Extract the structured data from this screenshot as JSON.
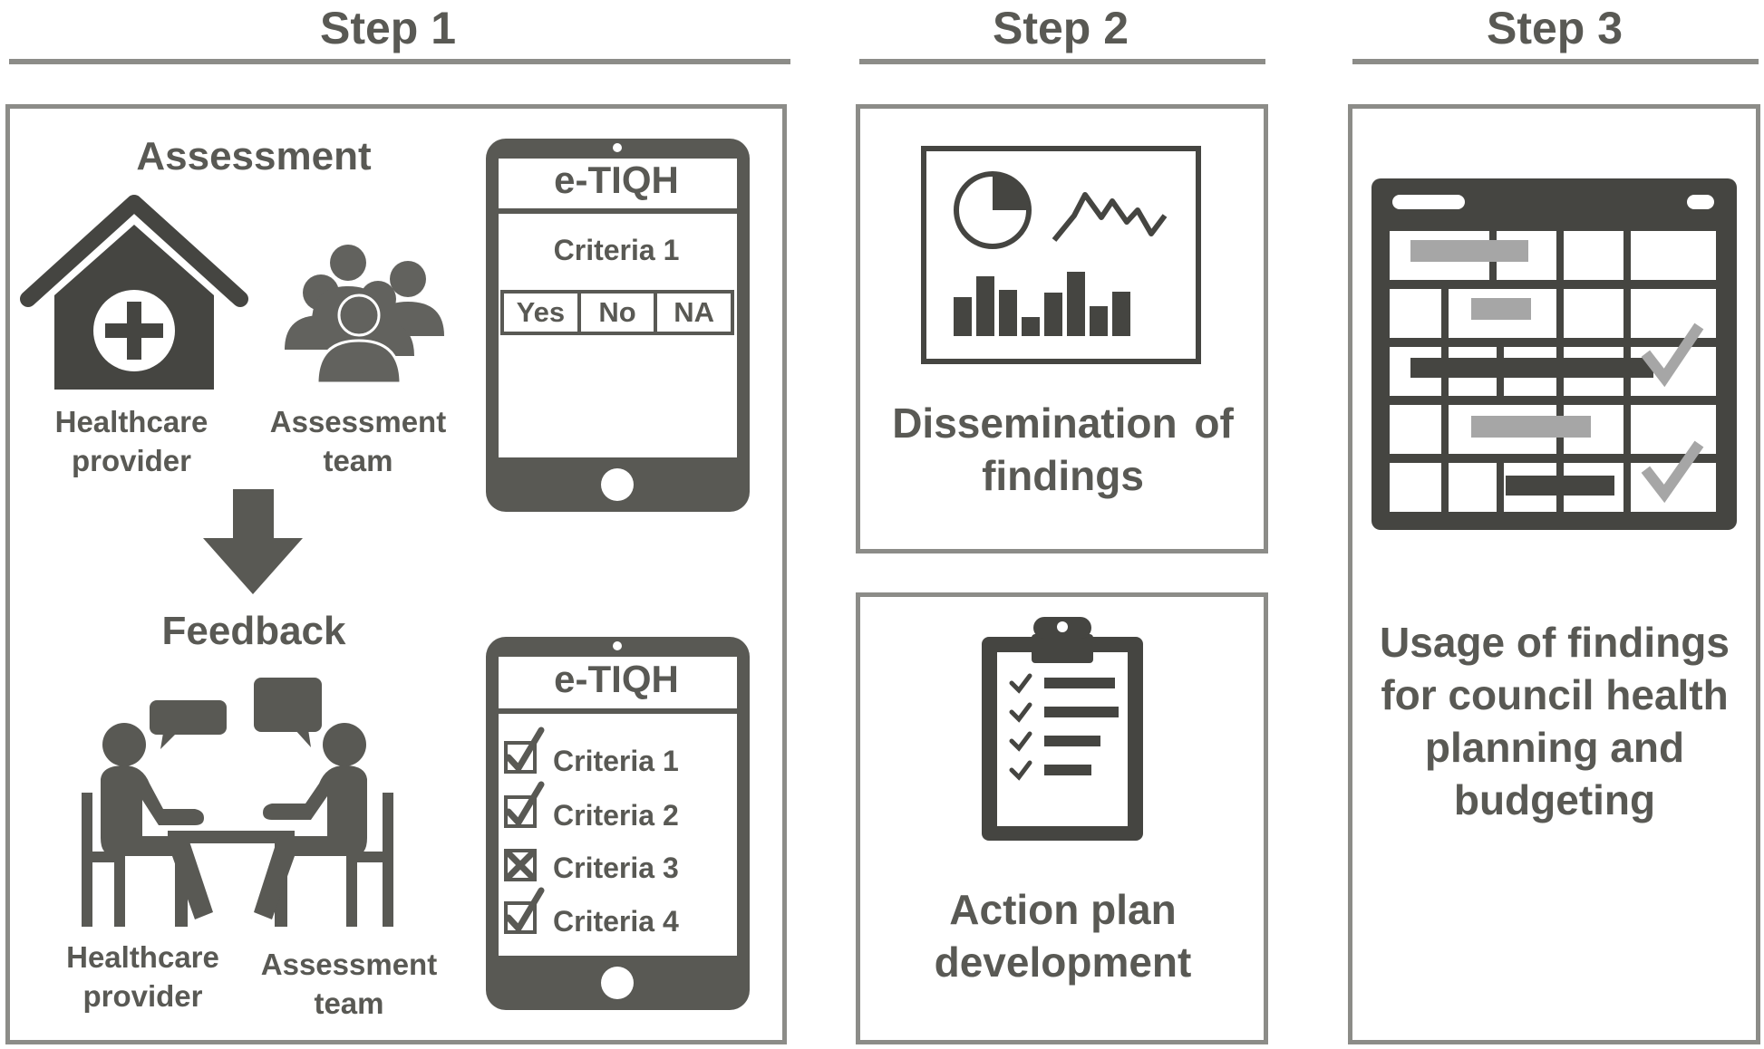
{
  "steps": {
    "step1_title": "Step 1",
    "step2_title": "Step 2",
    "step3_title": "Step 3"
  },
  "step1": {
    "assessment_heading": "Assessment",
    "healthcare_provider": "Healthcare provider",
    "assessment_team": "Assessment team",
    "feedback_heading": "Feedback",
    "tablet_top": {
      "app_name": "e-TIQH",
      "criteria": "Criteria 1",
      "options": [
        "Yes",
        "No",
        "NA"
      ]
    },
    "tablet_bottom": {
      "app_name": "e-TIQH",
      "criteria": [
        {
          "label": "Criteria 1",
          "mark": "check"
        },
        {
          "label": "Criteria 2",
          "mark": "check"
        },
        {
          "label": "Criteria 3",
          "mark": "cross"
        },
        {
          "label": "Criteria 4",
          "mark": "check"
        }
      ]
    }
  },
  "step2": {
    "dissemination_label": "Dissemination of findings",
    "action_plan_label": "Action plan development"
  },
  "step3": {
    "usage_label": "Usage of findings for council health planning and budgeting"
  },
  "icons": [
    "house-plus-icon",
    "group-icon",
    "down-arrow-icon",
    "meeting-icon",
    "dashboard-icon",
    "clipboard-checklist-icon",
    "gantt-calendar-icon"
  ],
  "colors": {
    "icon_dark": "#555550",
    "frame_gray": "#8c8c88",
    "bar_gray": "#a6a6a6"
  }
}
